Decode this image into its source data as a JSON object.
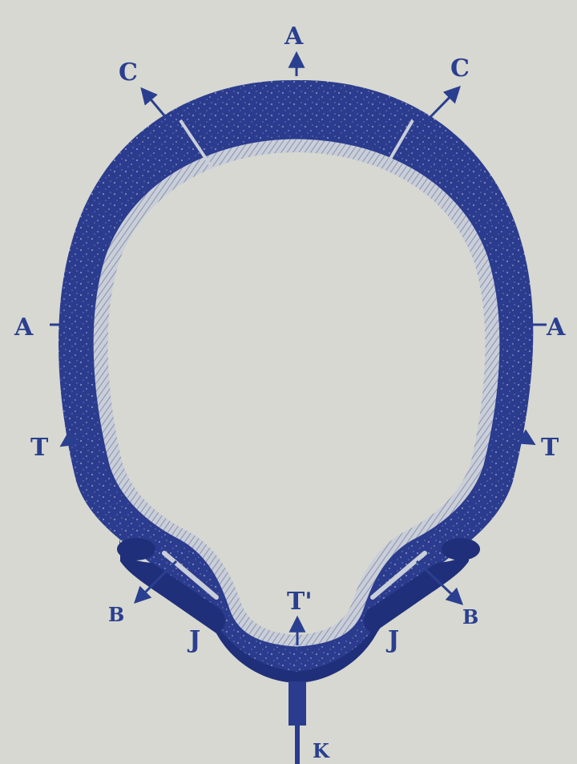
{
  "colors": {
    "paper": "#d7d8d1",
    "ink": "#2b3c8e",
    "ink_dark": "#1f2f7a",
    "lining_light": "#c9ced8",
    "lining_hatch": "#8a93b0"
  },
  "labels": {
    "top": "A",
    "upper_left": "C",
    "upper_right": "C",
    "mid_left": "A",
    "mid_right": "A",
    "tread_left": "T",
    "tread_right": "T",
    "bead_left": "B",
    "bead_right": "B",
    "rim_left": "J",
    "rim_right": "J",
    "tube_bottom": "T'",
    "valve": "K"
  }
}
